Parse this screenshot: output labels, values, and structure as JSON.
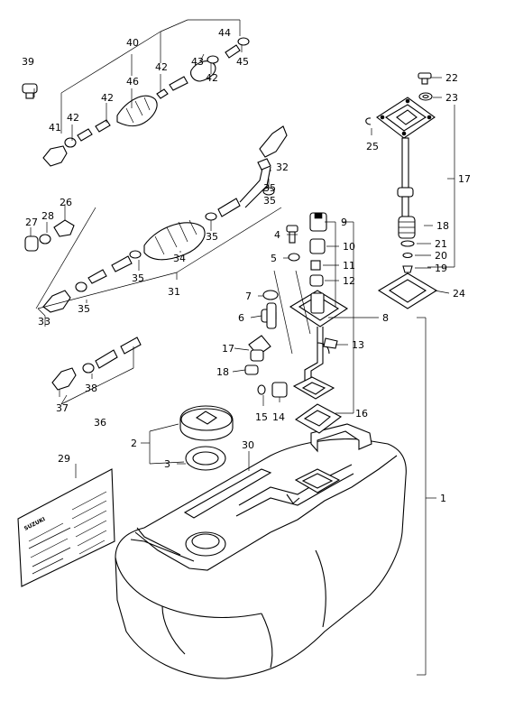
{
  "labels": [
    "1",
    "2",
    "3",
    "4",
    "5",
    "6",
    "7",
    "8",
    "9",
    "10",
    "11",
    "12",
    "13",
    "14",
    "15",
    "16",
    "17",
    "17",
    "18",
    "18",
    "19",
    "20",
    "21",
    "22",
    "23",
    "24",
    "25",
    "26",
    "27",
    "28",
    "29",
    "30",
    "31",
    "32",
    "33",
    "34",
    "35",
    "35",
    "35",
    "35",
    "35",
    "36",
    "37",
    "38",
    "39",
    "40",
    "41",
    "42",
    "42",
    "42",
    "42",
    "43",
    "44",
    "45",
    "46"
  ],
  "decal": {
    "brand": "SUZUKI"
  }
}
